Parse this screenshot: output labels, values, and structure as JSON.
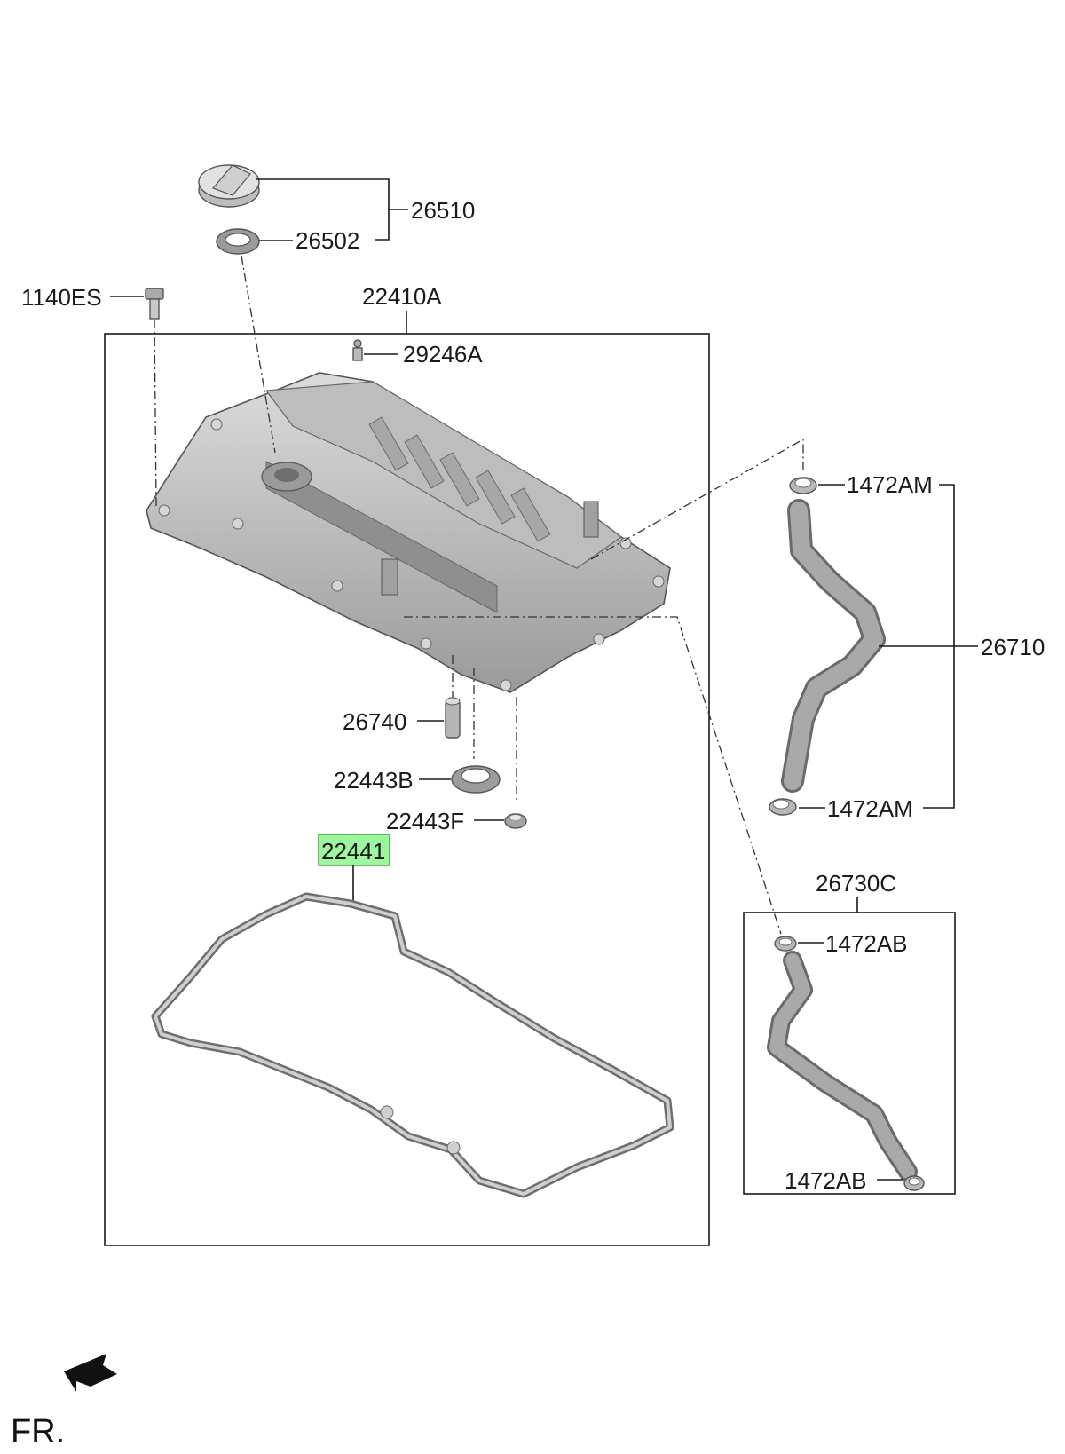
{
  "labels": {
    "p26510": "26510",
    "p26502": "26502",
    "p1140ES": "1140ES",
    "p22410A": "22410A",
    "p29246A": "29246A",
    "p1472AM_top": "1472AM",
    "p26710": "26710",
    "p26740": "26740",
    "p22443B": "22443B",
    "p22443F": "22443F",
    "p1472AM_bottom": "1472AM",
    "p22441": "22441",
    "p26730C": "26730C",
    "p1472AB_top": "1472AB",
    "p1472AB_bottom": "1472AB",
    "front": "FR."
  },
  "colors": {
    "highlight_fill": "#9ef79e",
    "highlight_stroke": "#2fa82f",
    "part_fill": "#c4c4c4",
    "part_dark": "#8c8c8c",
    "line": "#1a1a1a"
  },
  "highlighted_part": "22441"
}
